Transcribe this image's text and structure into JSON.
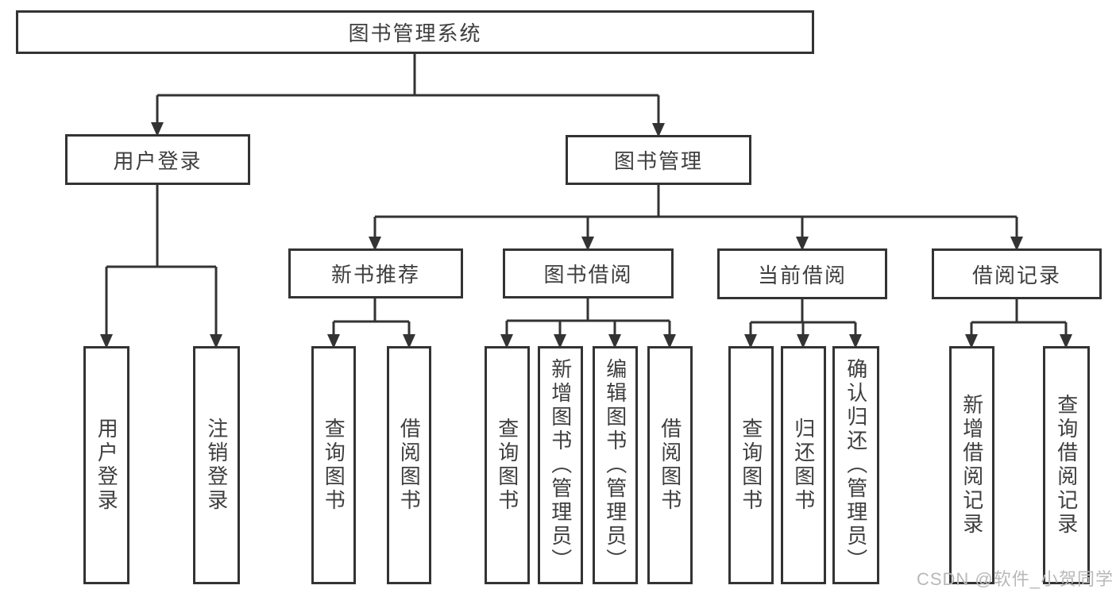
{
  "diagram": {
    "root": {
      "label": "图书管理系统"
    },
    "level2": {
      "user_login": {
        "label": "用户登录"
      },
      "book_mgmt": {
        "label": "图书管理"
      }
    },
    "level3": {
      "new_books": {
        "label": "新书推荐"
      },
      "borrowing": {
        "label": "图书借阅"
      },
      "current": {
        "label": "当前借阅"
      },
      "records": {
        "label": "借阅记录"
      }
    },
    "leaves": {
      "login": {
        "label": "用户登录"
      },
      "logout": {
        "label": "注销登录"
      },
      "nb_query": {
        "label": "查询图书"
      },
      "nb_borrow": {
        "label": "借阅图书"
      },
      "bw_query": {
        "label": "查询图书"
      },
      "bw_add": {
        "label": "新增图书（管理员）"
      },
      "bw_edit": {
        "label": "编辑图书（管理员）"
      },
      "bw_borrow": {
        "label": "借阅图书"
      },
      "cu_query": {
        "label": "查询图书"
      },
      "cu_return": {
        "label": "归还图书"
      },
      "cu_confirm": {
        "label": "确认归还（管理员）"
      },
      "rc_add": {
        "label": "新增借阅记录"
      },
      "rc_query": {
        "label": "查询借阅记录"
      }
    },
    "colors": {
      "line": "#333333",
      "text": "#3e3e3e",
      "box_bg": "#ffffff",
      "watermark": "#b8b8b8"
    },
    "watermark": {
      "label": "CSDN @软件_小贺同学"
    }
  }
}
